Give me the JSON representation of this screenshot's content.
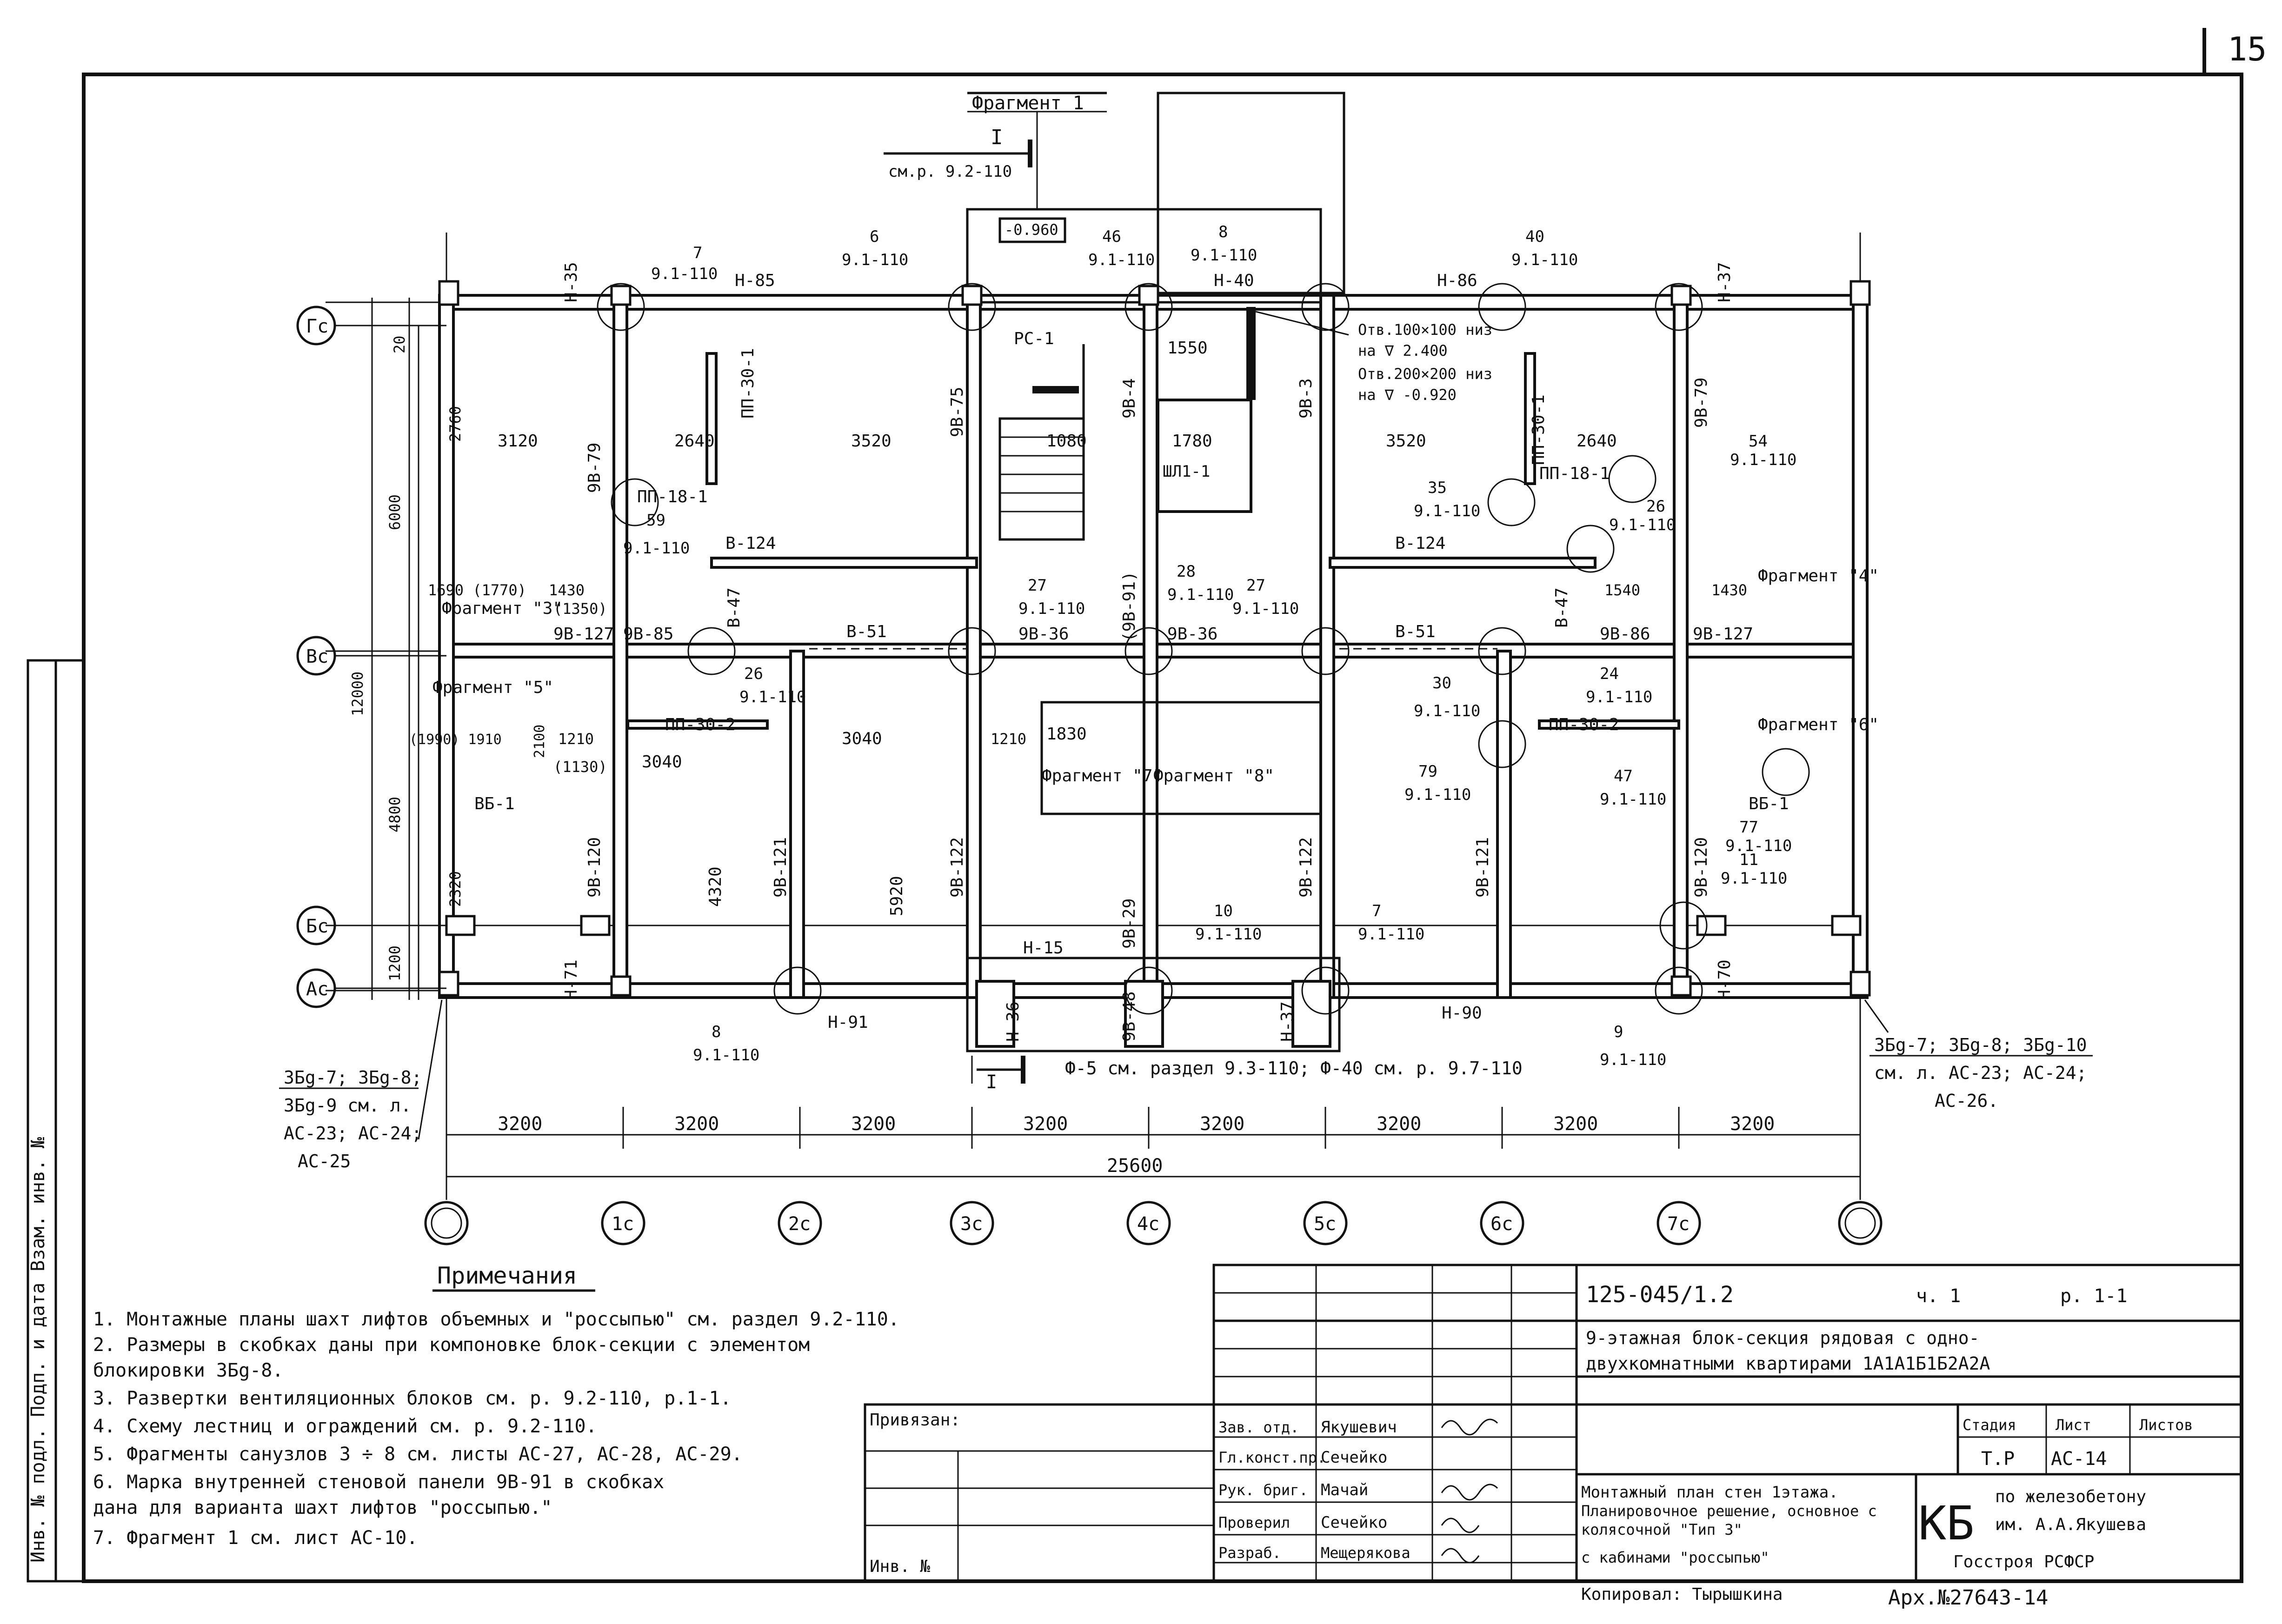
{
  "sheet_number": "15",
  "fragment_1": "Фрагмент 1",
  "section_ref_top": "см.р. 9.2-110",
  "section_mark": "I",
  "mark_top": "-0.960",
  "axis_rows": [
    "Гс",
    "Вс",
    "Бс",
    "Ас"
  ],
  "axis_cols": [
    "",
    "1с",
    "2с",
    "3с",
    "4с",
    "5с",
    "6с",
    "7с",
    ""
  ],
  "dims_bottom": [
    "3200",
    "3200",
    "3200",
    "3200",
    "3200",
    "3200",
    "3200",
    "3200"
  ],
  "dim_total": "25600",
  "dims_left": [
    "20",
    "2760",
    "6000",
    "12000",
    "4800",
    "2320",
    "1200"
  ],
  "panels": {
    "n35": "Н-35",
    "n85": "Н-85",
    "n40": "Н-40",
    "n86": "Н-86",
    "n37a": "Н-37",
    "n71": "Н-71",
    "n91": "Н-91",
    "n15": "Н-15",
    "n36": "Н-36",
    "n37b": "Н-37",
    "n90": "Н-90",
    "n70": "Н-70",
    "v124a": "В-124",
    "v124b": "В-124",
    "v51a": "В-51",
    "v51b": "В-51",
    "v47a": "В-47",
    "v47b": "В-47",
    "pp301a": "ПП-30-1",
    "pp301b": "ПП-30-1",
    "pp181a": "ПП-18-1",
    "pp181b": "ПП-18-1",
    "pp302a": "ПП-30-2",
    "pp302b": "ПП-30-2",
    "vb1": "ВБ-1",
    "rs1": "РС-1",
    "shl": "ШЛ1-1",
    "w79a": "9В-79",
    "w79b": "9В-79",
    "w75": "9В-75",
    "w4": "9В-4",
    "w3": "9В-3",
    "w127a": "9В-127",
    "w127b": "9В-127",
    "w85": "9В-85",
    "w86": "9В-86",
    "w36a": "9В-36",
    "w36b": "9В-36",
    "w91": "(9В-91)",
    "w120a": "9В-120",
    "w120b": "9В-120",
    "w121a": "9В-121",
    "w121b": "9В-121",
    "w122a": "9В-122",
    "w122b": "9В-122",
    "w29": "9В-29",
    "w48": "9В-48"
  },
  "callouts": [
    {
      "n": "7",
      "ref": "9.1-110"
    },
    {
      "n": "6",
      "ref": "9.1-110"
    },
    {
      "n": "46",
      "ref": "9.1-110"
    },
    {
      "n": "8",
      "ref": "9.1-110"
    },
    {
      "n": "40",
      "ref": "9.1-110"
    },
    {
      "n": "59",
      "ref": "9.1-110"
    },
    {
      "n": "27",
      "ref": "9.1-110"
    },
    {
      "n": "28",
      "ref": "9.1-110"
    },
    {
      "n": "27",
      "ref": "9.1-110"
    },
    {
      "n": "35",
      "ref": "9.1-110"
    },
    {
      "n": "54",
      "ref": "9.1-110"
    },
    {
      "n": "26",
      "ref": "9.1-110"
    },
    {
      "n": "26",
      "ref": "9.1-110"
    },
    {
      "n": "30",
      "ref": "9.1-110"
    },
    {
      "n": "24",
      "ref": "9.1-110"
    },
    {
      "n": "79",
      "ref": "9.1-110"
    },
    {
      "n": "47",
      "ref": "9.1-110"
    },
    {
      "n": "77",
      "ref": "9.1-110"
    },
    {
      "n": "11",
      "ref": "9.1-110"
    },
    {
      "n": "10",
      "ref": "9.1-110"
    },
    {
      "n": "7",
      "ref": "9.1-110"
    },
    {
      "n": "8",
      "ref": "9.1-110"
    },
    {
      "n": "9",
      "ref": "9.1-110"
    }
  ],
  "openings": [
    "Отв.100×100 низ",
    "на ∇ 2.400",
    "Отв.200×200 низ",
    "на ∇ -0.920"
  ],
  "room_dims": {
    "d3120": "3120",
    "d2640a": "2640",
    "d3520a": "3520",
    "d3520b": "3520",
    "d2640b": "2640",
    "d3040a": "3040",
    "d3040b": "3040",
    "d4320": "4320",
    "d5920": "5920",
    "d1550": "1550",
    "d1780": "1780",
    "d1080": "1080",
    "d1830": "1830",
    "d1690": "1690 (1770)",
    "d1430a": "1430",
    "d1350": "(1350)",
    "d1540": "1540",
    "d1430b": "1430",
    "d1990": "(1990) 1910",
    "d2100": "2100",
    "d1210a": "1210",
    "d1130": "(1130)",
    "d1210b": "1210"
  },
  "fragments": [
    "Фрагмент \"3\"",
    "Фрагмент \"4\"",
    "Фрагмент \"5\"",
    "Фрагмент \"6\"",
    "Фрагмент \"7\"",
    "Фрагмент \"8\""
  ],
  "left_note": [
    "3Бg-7; 3Бg-8;",
    "3Бg-9 см. л.",
    "АС-23; АС-24;",
    "АС-25"
  ],
  "right_note": [
    "3Бg-7; 3Бg-8; 3Бg-10",
    "см. л. АС-23; АС-24;",
    "АС-26."
  ],
  "section_bottom": "Ф-5 см. раздел 9.3-110;  Ф-40 см. р. 9.7-110",
  "notes_title": "Примечания",
  "notes": [
    "1. Монтажные планы шахт лифтов объемных и \"россыпью\" см. раздел 9.2-110.",
    "2. Размеры в скобках даны при компоновке блок-секции с элементом",
    "   блокировки 3Бg-8.",
    "3. Развертки вентиляционных блоков см. р. 9.2-110, р.1-1.",
    "4. Схему лестниц и ограждений см. р. 9.2-110.",
    "5. Фрагменты санузлов 3 ÷ 8 см. листы АС-27, АС-28, АС-29.",
    "6. Марка внутренней стеновой панели 9В-91 в скобках",
    "   дана для варианта шахт лифтов \"россыпью.\"",
    "7. Фрагмент 1 см. лист АС-10."
  ],
  "side_stamp": "Инв. № подл.  Подп. и дата  Взам. инв. №",
  "title_block": {
    "code": "125-045/1.2",
    "part": "ч. 1",
    "section": "р. 1-1",
    "desc1": "9-этажная блок-секция рядовая с одно-",
    "desc2": "двухкомнатными квартирами 1А1А1Б1Б2А2А",
    "privyazan": "Привязан:",
    "inv": "Инв. №",
    "roles": [
      "Зав. отд.",
      "Гл.конст.пр.",
      "Рук. бриг.",
      "Проверил",
      "Разраб."
    ],
    "names": [
      "Якушевич",
      "Сечейко",
      "Мачай",
      "Сечейко",
      "Мещерякова"
    ],
    "h_stage": "Стадия",
    "h_sheet": "Лист",
    "h_sheets": "Листов",
    "stage": "Т.Р",
    "sheet": "АС-14",
    "sheets": "",
    "drawing1": "Монтажный план стен 1этажа.",
    "drawing2": "Планировочное решение, основное с",
    "drawing3": "колясочной \"Тип 3\"",
    "drawing4": "с кабинами \"россыпью\"",
    "org_code": "КБ",
    "org1": "по железобетону",
    "org2": "им. А.А.Якушева",
    "org3": "Госстроя РСФСР",
    "copied": "Копировал: Тырышкина",
    "archive": "Арх.№27643-14"
  }
}
